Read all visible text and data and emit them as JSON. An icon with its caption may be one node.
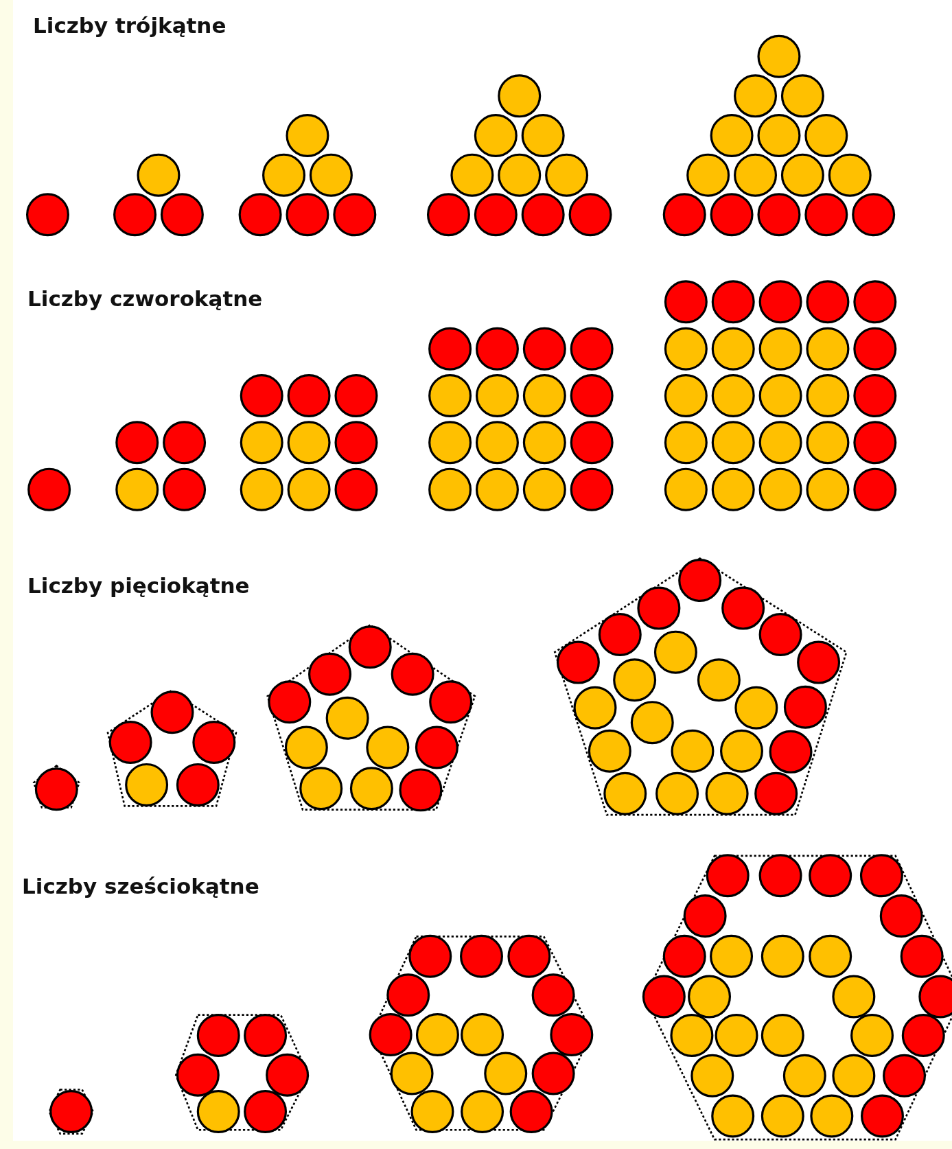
{
  "diagram": {
    "labels": [
      "Liczby trójkątne",
      "Liczby czworokątne",
      "Liczby pięciokątne",
      "Liczby sześciokątne"
    ]
  }
}
